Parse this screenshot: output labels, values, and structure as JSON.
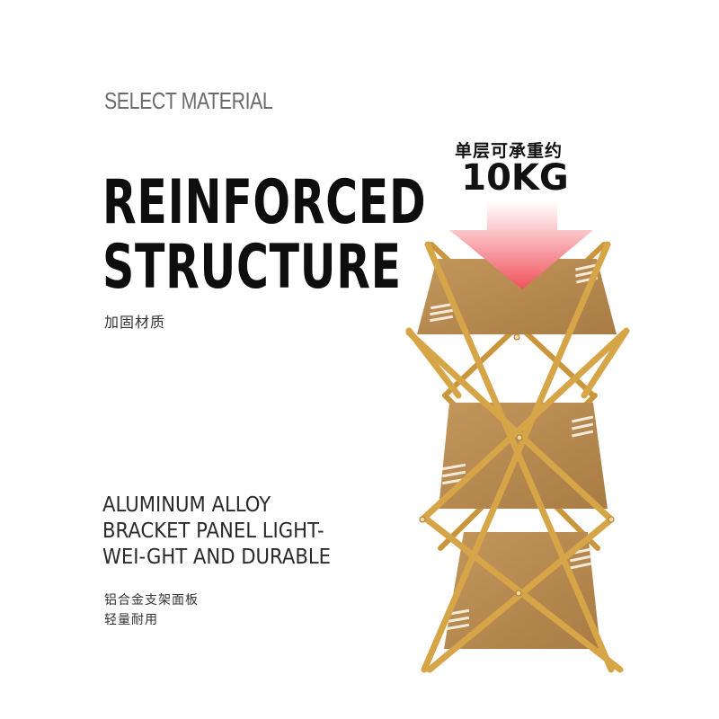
{
  "header": {
    "select_material": "SELECT MATERIAL",
    "headline_line1": "REINFORCED",
    "headline_line2": "STRUCTURE",
    "subtitle_cn": "加固材质"
  },
  "load": {
    "label_cn": "单层可承重约",
    "weight": "10KG",
    "arrow_color": "#f0525c"
  },
  "feature": {
    "line1": "ALUMINUM ALLOY",
    "line2": "BRACKET PANEL  LIGHT-",
    "line3": "WEI-GHT AND DURABLE",
    "cn_line1": "铝合金支架面板",
    "cn_line2": "轻量耐用"
  },
  "product": {
    "shelf_color": "#b8894f",
    "frame_color": "#d4a24a",
    "tiers": 3
  }
}
